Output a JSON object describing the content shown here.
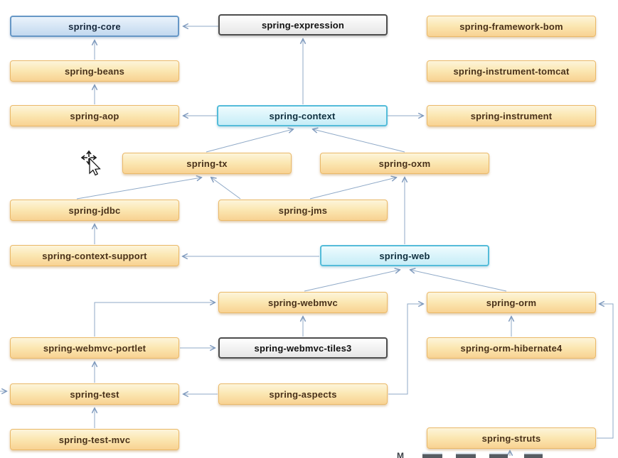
{
  "diagram": {
    "nodes": [
      {
        "id": "spring-core",
        "label": "spring-core",
        "style": "blue"
      },
      {
        "id": "spring-expression",
        "label": "spring-expression",
        "style": "plain"
      },
      {
        "id": "spring-framework-bom",
        "label": "spring-framework-bom",
        "style": "orange"
      },
      {
        "id": "spring-beans",
        "label": "spring-beans",
        "style": "orange"
      },
      {
        "id": "spring-instrument-tomcat",
        "label": "spring-instrument-tomcat",
        "style": "orange"
      },
      {
        "id": "spring-aop",
        "label": "spring-aop",
        "style": "orange"
      },
      {
        "id": "spring-context",
        "label": "spring-context",
        "style": "cyan"
      },
      {
        "id": "spring-instrument",
        "label": "spring-instrument",
        "style": "orange"
      },
      {
        "id": "spring-tx",
        "label": "spring-tx",
        "style": "orange"
      },
      {
        "id": "spring-oxm",
        "label": "spring-oxm",
        "style": "orange"
      },
      {
        "id": "spring-jdbc",
        "label": "spring-jdbc",
        "style": "orange"
      },
      {
        "id": "spring-jms",
        "label": "spring-jms",
        "style": "orange"
      },
      {
        "id": "spring-context-support",
        "label": "spring-context-support",
        "style": "orange"
      },
      {
        "id": "spring-web",
        "label": "spring-web",
        "style": "cyan"
      },
      {
        "id": "spring-webmvc",
        "label": "spring-webmvc",
        "style": "orange"
      },
      {
        "id": "spring-orm",
        "label": "spring-orm",
        "style": "orange"
      },
      {
        "id": "spring-webmvc-portlet",
        "label": "spring-webmvc-portlet",
        "style": "orange"
      },
      {
        "id": "spring-webmvc-tiles3",
        "label": "spring-webmvc-tiles3",
        "style": "plain"
      },
      {
        "id": "spring-orm-hibernate4",
        "label": "spring-orm-hibernate4",
        "style": "orange"
      },
      {
        "id": "spring-test",
        "label": "spring-test",
        "style": "orange"
      },
      {
        "id": "spring-aspects",
        "label": "spring-aspects",
        "style": "orange"
      },
      {
        "id": "spring-test-mvc",
        "label": "spring-test-mvc",
        "style": "orange"
      },
      {
        "id": "spring-struts",
        "label": "spring-struts",
        "style": "orange"
      }
    ],
    "edges": [
      {
        "from": "spring-expression",
        "to": "spring-core"
      },
      {
        "from": "spring-beans",
        "to": "spring-core"
      },
      {
        "from": "spring-aop",
        "to": "spring-beans"
      },
      {
        "from": "spring-context",
        "to": "spring-aop"
      },
      {
        "from": "spring-context",
        "to": "spring-expression"
      },
      {
        "from": "spring-context",
        "to": "spring-instrument"
      },
      {
        "from": "spring-tx",
        "to": "spring-context"
      },
      {
        "from": "spring-oxm",
        "to": "spring-context"
      },
      {
        "from": "spring-jdbc",
        "to": "spring-tx"
      },
      {
        "from": "spring-jms",
        "to": "spring-tx"
      },
      {
        "from": "spring-jms",
        "to": "spring-oxm"
      },
      {
        "from": "spring-web",
        "to": "spring-oxm"
      },
      {
        "from": "spring-context-support",
        "to": "spring-jdbc"
      },
      {
        "from": "spring-web",
        "to": "spring-context-support"
      },
      {
        "from": "spring-webmvc",
        "to": "spring-web"
      },
      {
        "from": "spring-orm",
        "to": "spring-web"
      },
      {
        "from": "spring-webmvc-tiles3",
        "to": "spring-webmvc"
      },
      {
        "from": "spring-webmvc-portlet",
        "to": "spring-webmvc"
      },
      {
        "from": "spring-webmvc-portlet",
        "to": "spring-webmvc-tiles3"
      },
      {
        "from": "spring-test",
        "to": "spring-webmvc-portlet"
      },
      {
        "from": "spring-test-mvc",
        "to": "spring-test"
      },
      {
        "from": "spring-aspects",
        "to": "spring-test"
      },
      {
        "from": "offscreen-left",
        "to": "spring-test"
      },
      {
        "from": "spring-aspects",
        "to": "spring-orm"
      },
      {
        "from": "spring-orm-hibernate4",
        "to": "spring-orm"
      },
      {
        "from": "spring-struts",
        "to": "spring-orm"
      }
    ]
  },
  "colors": {
    "background": "#ffffff",
    "edge_line": "#8fa9c7",
    "arrowhead": "#7e99bd",
    "node_orange_bg": "#fbe7b2",
    "node_orange_border": "#eab969",
    "node_blue_bg": "#c2d9ef",
    "node_blue_border": "#6697c6",
    "node_cyan_bg": "#c6edf7",
    "node_cyan_border": "#54bcd9",
    "node_plain_bg": "#e6e6e6",
    "node_plain_border": "#4d4d4d"
  },
  "cursor": {
    "type": "move-pointer"
  },
  "bottom_fragments": {
    "partial_text": "M"
  }
}
